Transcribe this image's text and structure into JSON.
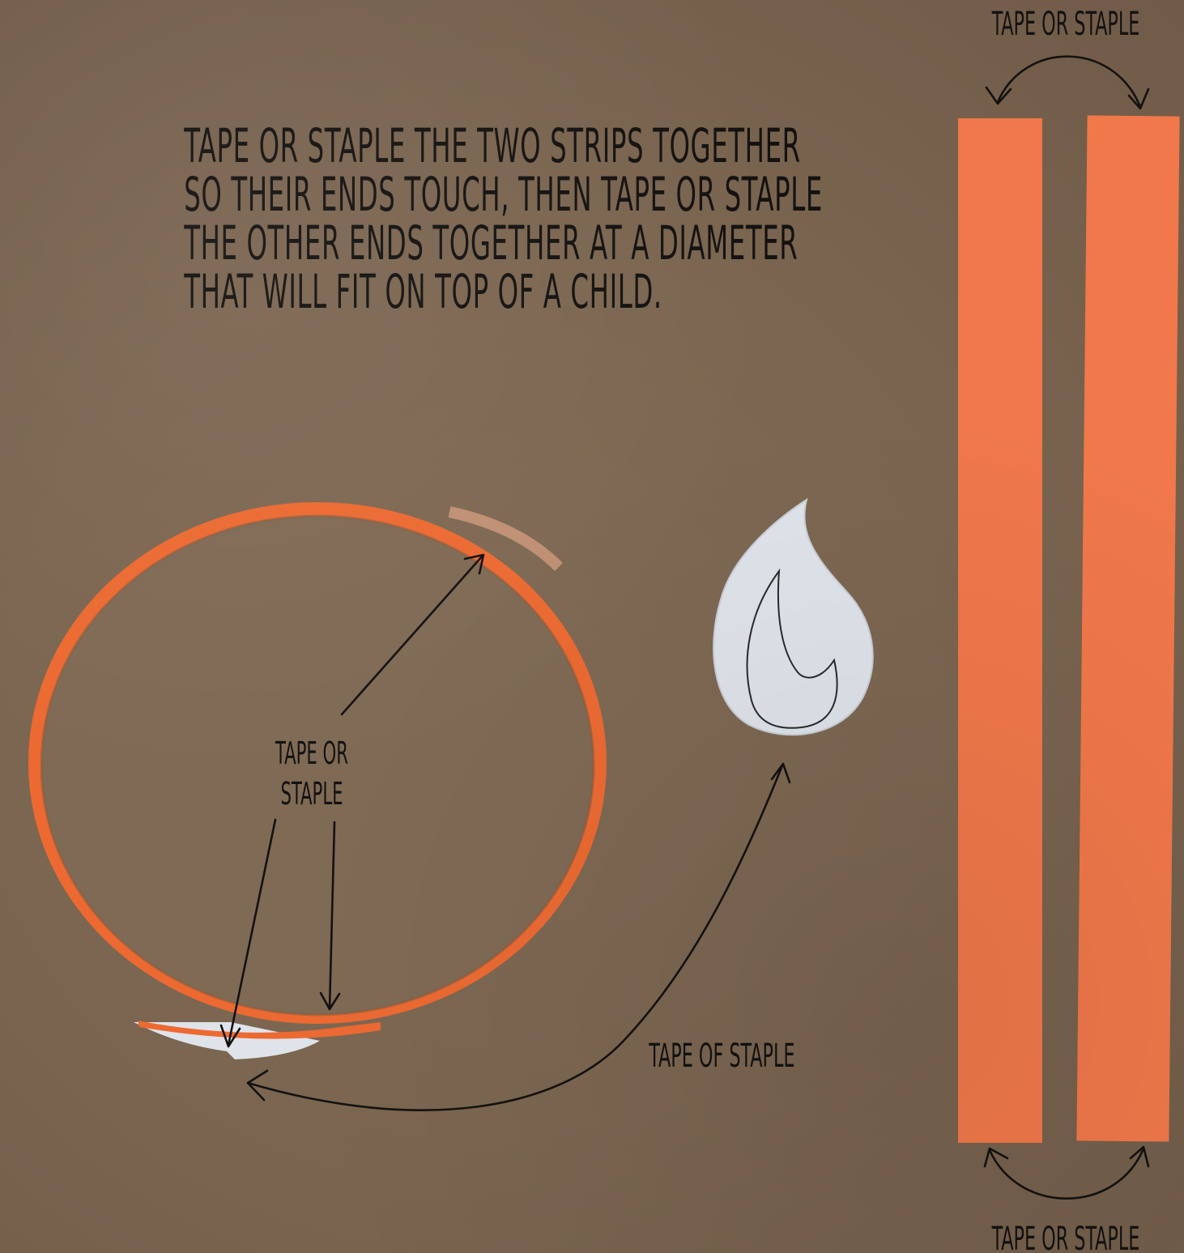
{
  "instruction": {
    "line1": "TAPE OR STAPLE THE TWO STRIPS TOGETHER",
    "line2": "SO THEIR ENDS TOUCH, THEN TAPE OR STAPLE",
    "line3": "THE OTHER ENDS TOGETHER AT A DIAMETER",
    "line4": "THAT WILL FIT ON TOP OF A CHILD."
  },
  "labels": {
    "strips_top": "TAPE OR STAPLE",
    "strips_bottom": "TAPE OR STAPLE",
    "ring_center_line1": "TAPE OR",
    "ring_center_line2": "STAPLE",
    "flame_join": "TAPE OF STAPLE"
  },
  "colors": {
    "background": "#7b6651",
    "strip": "#f0784a",
    "ring": "#ec6a32",
    "flame": "#dfe3ea",
    "ink": "#141210"
  }
}
